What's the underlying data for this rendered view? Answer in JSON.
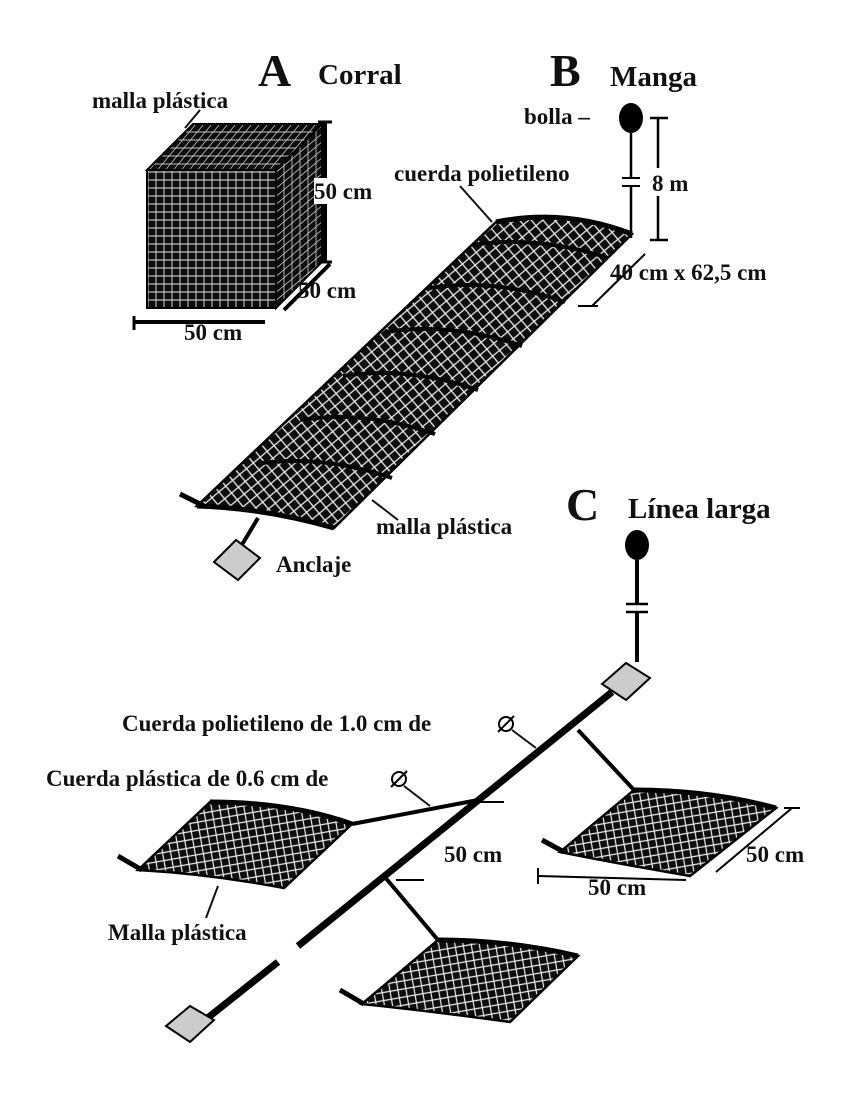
{
  "section_a": {
    "letter": "A",
    "title": "Corral",
    "mesh_label": "malla  plástica",
    "height_label": "50 cm",
    "depth_label": "50 cm",
    "width_label": "50 cm"
  },
  "section_b": {
    "letter": "B",
    "title": "Manga",
    "buoy_label": "bolla –",
    "rope_label": "cuerda polietileno",
    "length_label": "8 m",
    "size_label": "40 cm x 62,5 cm",
    "mesh_label": "malla  plástica",
    "anchor_label": "Anclaje"
  },
  "section_c": {
    "letter": "C",
    "title": "Línea larga",
    "main_rope_label": "Cuerda polietileno de 1.0 cm de",
    "branch_rope_label": "Cuerda plástica de 0.6 cm de",
    "spacing_label": "50 cm",
    "tray_side_label": "50 cm",
    "tray_width_label": "50 cm",
    "mesh_label": "Malla plástica"
  },
  "colors": {
    "ink": "#111111",
    "mesh_dark": "#0d0d0d",
    "mesh_line": "#e8e8e8",
    "anchor": "#cccccc",
    "background": "#ffffff"
  },
  "icons": {
    "buoy": "buoy-icon",
    "anchor": "anchor-block-icon",
    "diameter": "diameter-icon"
  }
}
